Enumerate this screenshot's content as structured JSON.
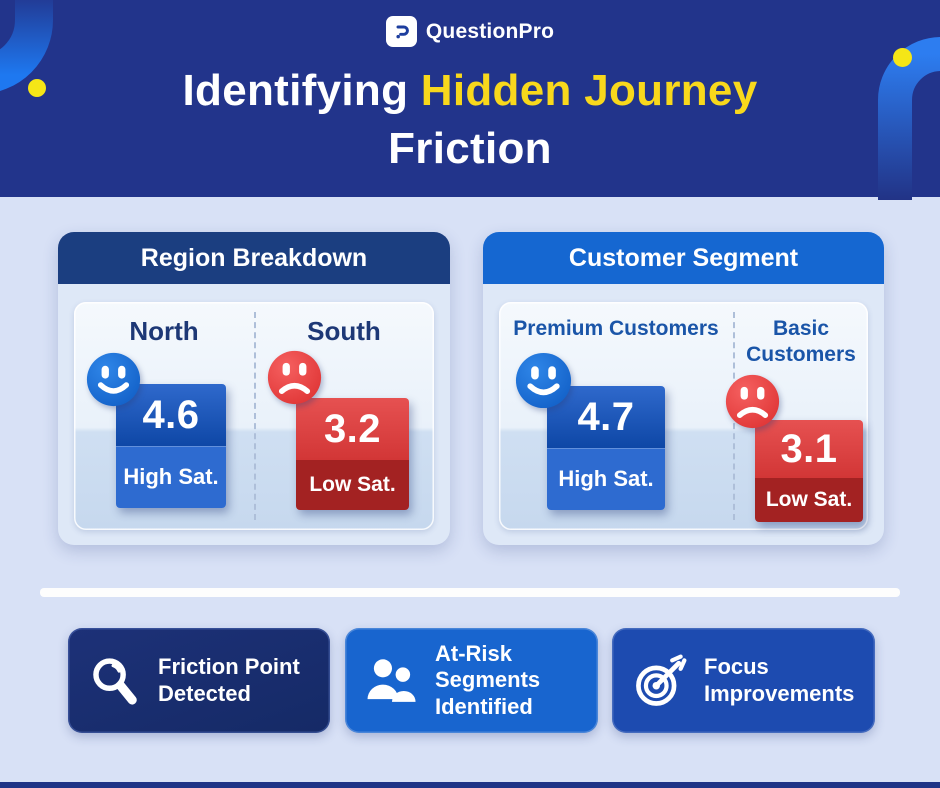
{
  "brand": {
    "name": "QuestionPro",
    "logo_icon": "questionpro-p-icon"
  },
  "title": {
    "part1": "Identifying ",
    "highlight": "Hidden Journey",
    "line2": "Friction"
  },
  "cards": [
    {
      "title": "Region Breakdown",
      "columns": [
        {
          "label": "North",
          "score": "4.6",
          "tag": "High Sat.",
          "sentiment": "positive",
          "icon": "smiley-face-icon"
        },
        {
          "label": "South",
          "score": "3.2",
          "tag": "Low Sat.",
          "sentiment": "negative",
          "icon": "sad-face-icon"
        }
      ]
    },
    {
      "title": "Customer Segment",
      "columns": [
        {
          "label": "Premium Customers",
          "score": "4.7",
          "tag": "High Sat.",
          "sentiment": "positive",
          "icon": "smiley-face-icon"
        },
        {
          "label": "Basic Customers",
          "score": "3.1",
          "tag": "Low Sat.",
          "sentiment": "negative",
          "icon": "sad-face-icon"
        }
      ]
    }
  ],
  "badges": [
    {
      "label": "Friction Point Detected",
      "icon": "magnifier-icon"
    },
    {
      "label": "At-Risk Segments Identified",
      "icon": "people-icon"
    },
    {
      "label": "Focus Improvements",
      "icon": "target-icon"
    }
  ],
  "colors": {
    "header_navy": "#22348b",
    "accent_yellow": "#f8d81c",
    "card1_header": "#1b3e80",
    "card2_header": "#1567d1",
    "positive_blue": "#1e60c8",
    "negative_red": "#d23636",
    "background": "#d8e1f6"
  }
}
